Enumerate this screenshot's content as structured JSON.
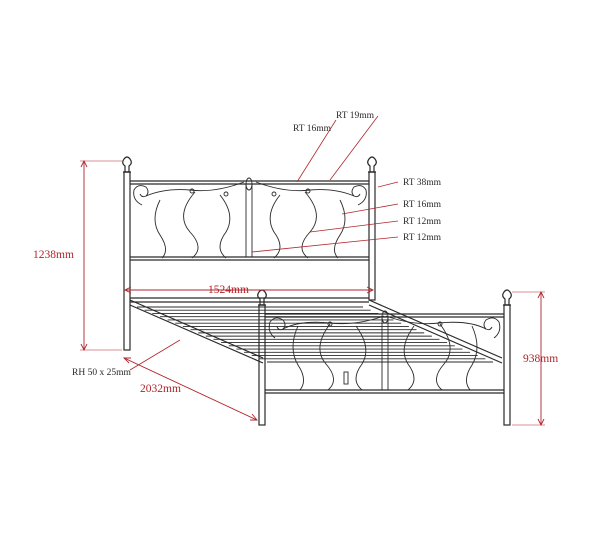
{
  "annotations": {
    "rt19": "RT 19mm",
    "rt16_top": "RT 16mm",
    "rt38": "RT 38mm",
    "rt16_right": "RT 16mm",
    "rt12_a": "RT 12mm",
    "rt12_b": "RT 12mm",
    "rh": "RH 50 x 25mm"
  },
  "dimensions": {
    "headboard_height": "1238mm",
    "width": "1524mm",
    "length": "2032mm",
    "footboard_height": "938mm"
  },
  "colors": {
    "line": "#2a2a2a",
    "dimension": "#b1252b"
  }
}
